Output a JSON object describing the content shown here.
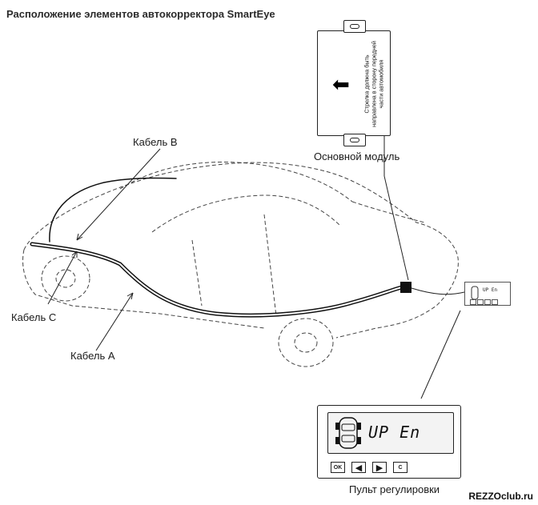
{
  "title": "Расположение элементов автокорректора SmartEye",
  "labels": {
    "cable_b": "Кабель B",
    "cable_c": "Кабель C",
    "cable_a": "Кабель A",
    "main_module": "Основной модуль",
    "control_panel": "Пульт регулировки"
  },
  "module": {
    "arrow_icon": "left-arrow-icon",
    "note": "Стрелка должна быть направлена в сторону передней части автомобиля"
  },
  "panel": {
    "lcd_text": "UP  En",
    "buttons": [
      "OK",
      "◀",
      "▶",
      "C"
    ]
  },
  "mini_panel": {
    "lcd_text": "UP  En"
  },
  "watermark": "REZZOclub.ru"
}
